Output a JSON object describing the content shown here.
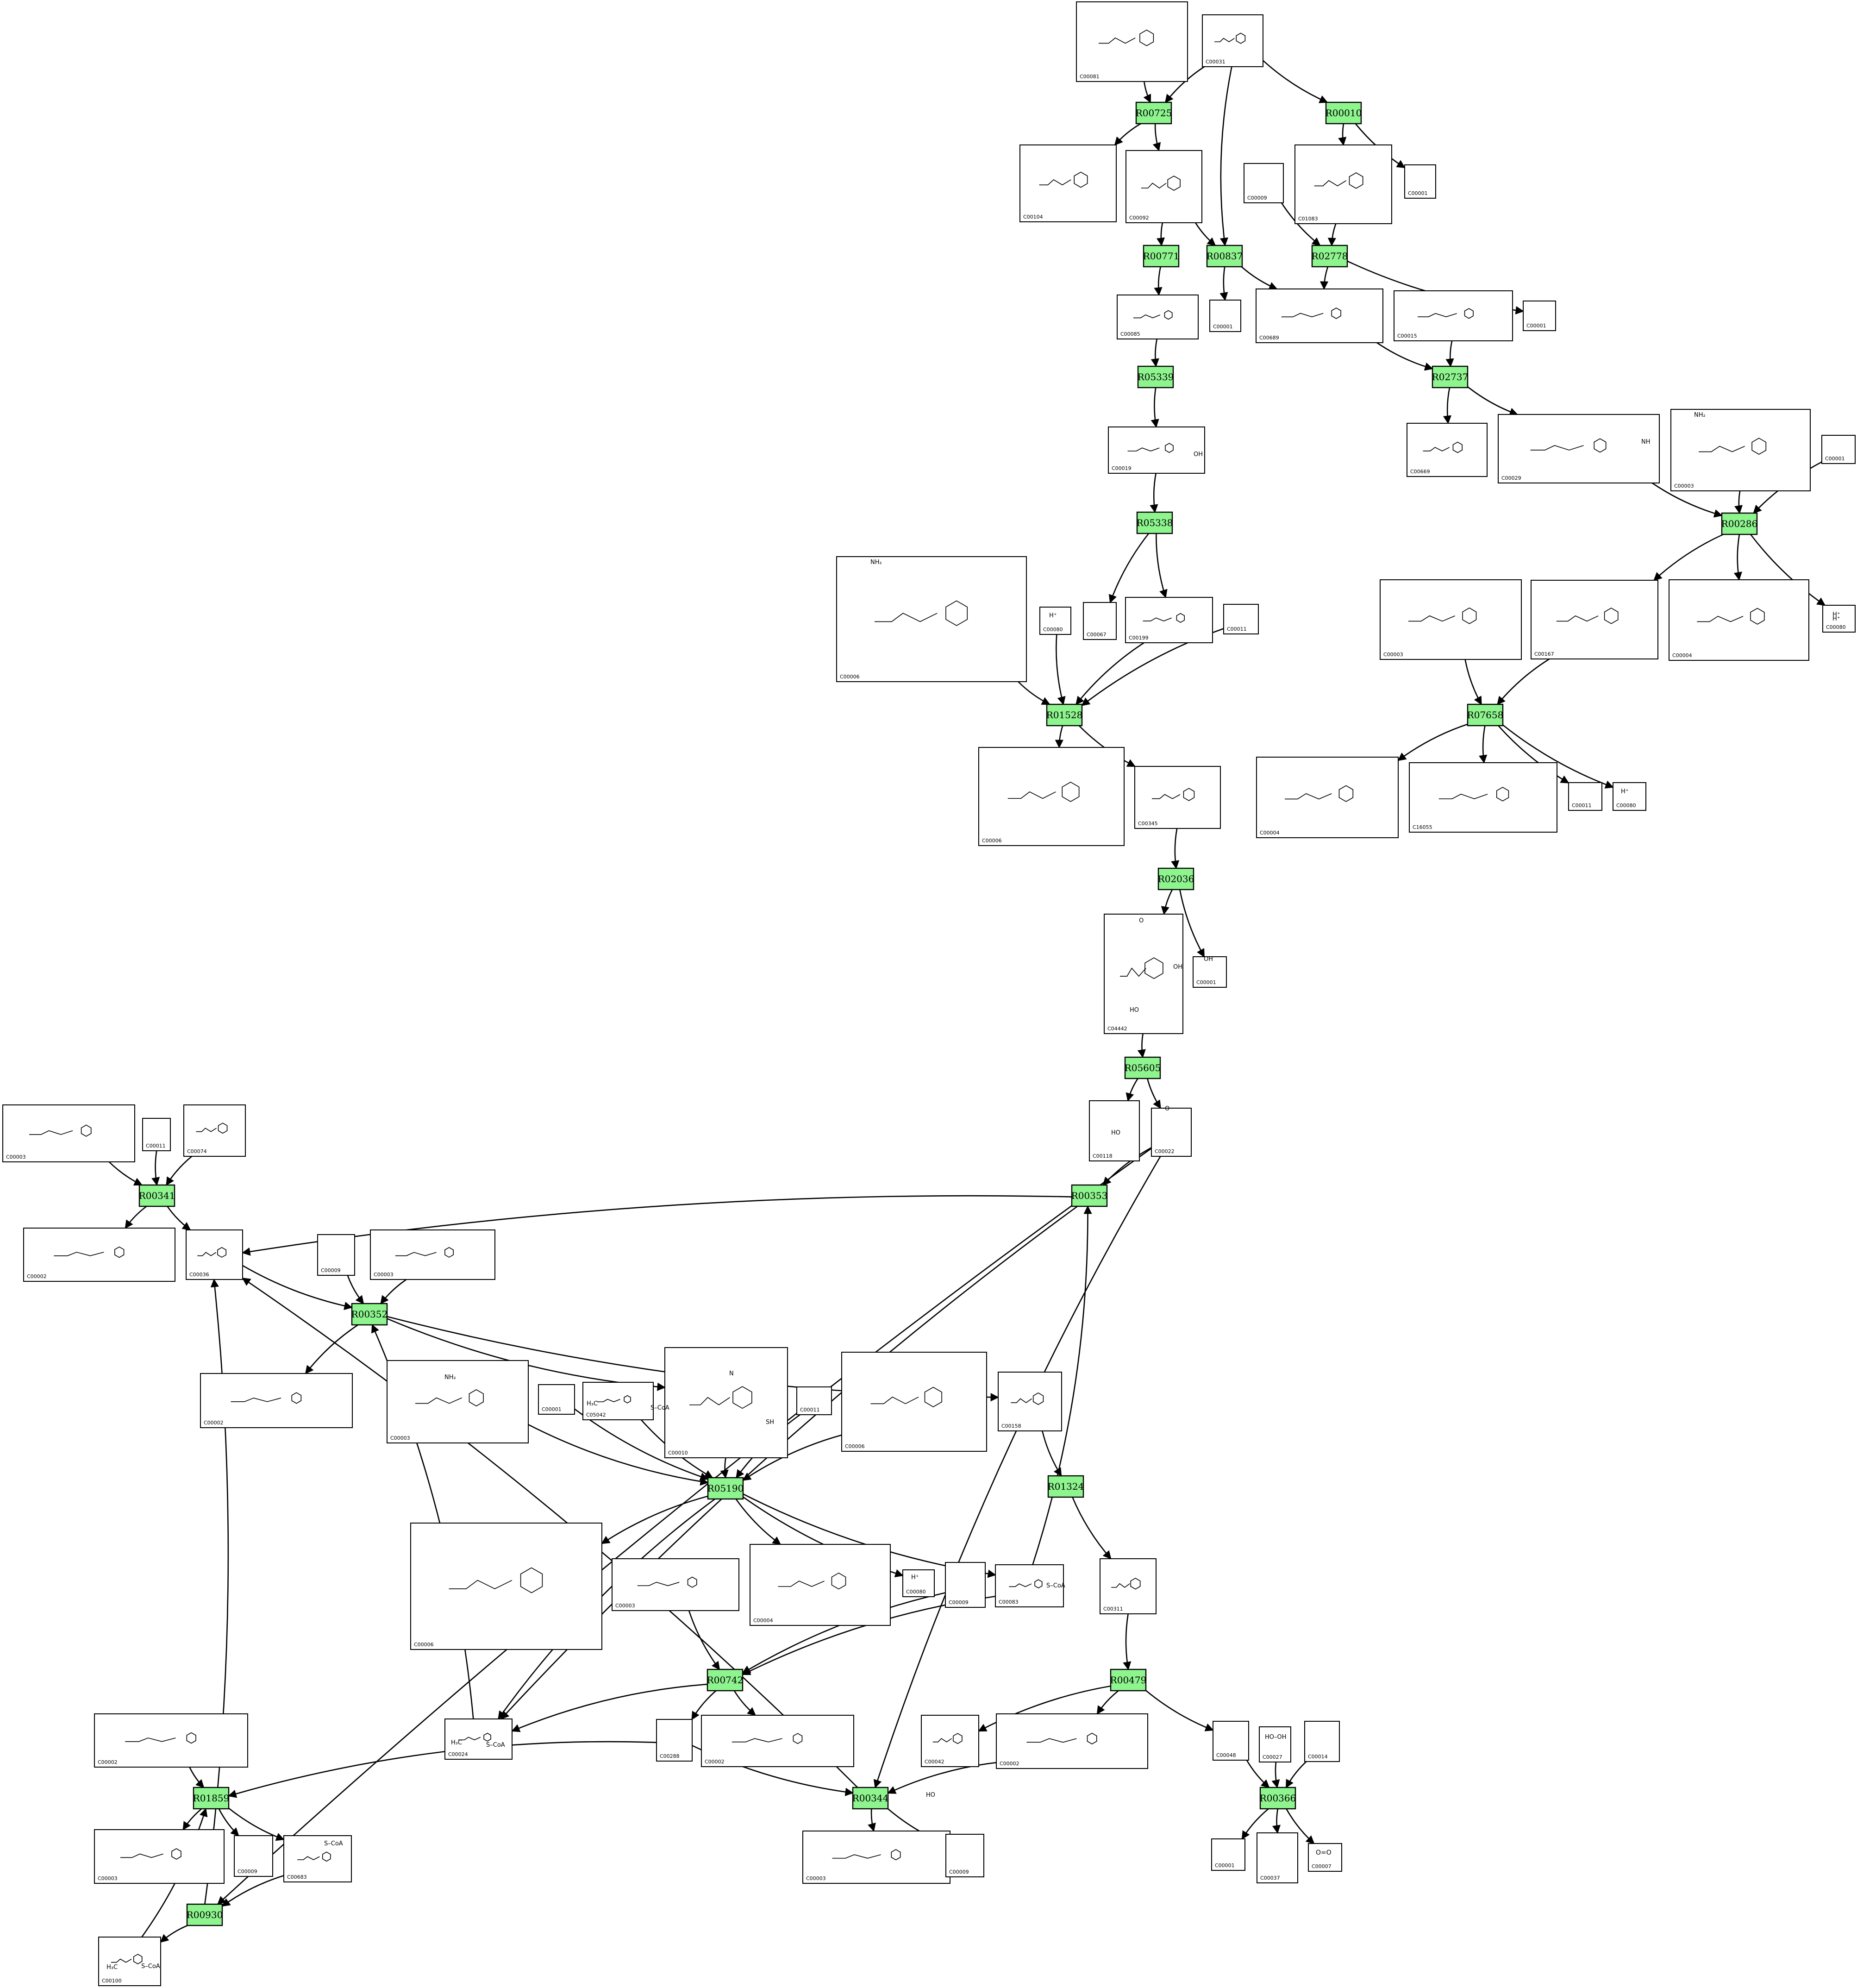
{
  "colors": {
    "reaction_fill": "#8ef48e",
    "stroke": "#000000",
    "background": "#ffffff"
  },
  "reactions": [
    {
      "id": "R00725",
      "label": "R00725"
    },
    {
      "id": "R00010",
      "label": "R00010"
    },
    {
      "id": "R00771",
      "label": "R00771"
    },
    {
      "id": "R00837",
      "label": "R00837"
    },
    {
      "id": "R02778",
      "label": "R02778"
    },
    {
      "id": "R05339",
      "label": "R05339"
    },
    {
      "id": "R02737",
      "label": "R02737"
    },
    {
      "id": "R00286",
      "label": "R00286"
    },
    {
      "id": "R05338",
      "label": "R05338"
    },
    {
      "id": "R01528",
      "label": "R01528"
    },
    {
      "id": "R07658",
      "label": "R07658"
    },
    {
      "id": "R02036",
      "label": "R02036"
    },
    {
      "id": "R05605",
      "label": "R05605"
    },
    {
      "id": "R00341",
      "label": "R00341"
    },
    {
      "id": "R00353",
      "label": "R00353"
    },
    {
      "id": "R00352",
      "label": "R00352"
    },
    {
      "id": "R05190",
      "label": "R05190"
    },
    {
      "id": "R01324",
      "label": "R01324"
    },
    {
      "id": "R00742",
      "label": "R00742"
    },
    {
      "id": "R00479",
      "label": "R00479"
    },
    {
      "id": "R01859",
      "label": "R01859"
    },
    {
      "id": "R00344",
      "label": "R00344"
    },
    {
      "id": "R00366",
      "label": "R00366"
    },
    {
      "id": "R00930",
      "label": "R00930"
    }
  ],
  "compounds": [
    {
      "key": "c1",
      "label": "C00081"
    },
    {
      "key": "c2",
      "label": "C00031"
    },
    {
      "key": "c3",
      "label": "C00104"
    },
    {
      "key": "c4",
      "label": "C00092"
    },
    {
      "key": "c5",
      "label": "C00009"
    },
    {
      "key": "c6",
      "label": "C01083"
    },
    {
      "key": "c7",
      "label": "C00001"
    },
    {
      "key": "c8",
      "label": "C00085"
    },
    {
      "key": "c9",
      "label": "C00001"
    },
    {
      "key": "c10",
      "label": "C00689"
    },
    {
      "key": "c11",
      "label": "C00015"
    },
    {
      "key": "c12",
      "label": "C00001"
    },
    {
      "key": "c13",
      "label": "C00019"
    },
    {
      "key": "c14",
      "label": "C00669"
    },
    {
      "key": "c15",
      "label": "C00029"
    },
    {
      "key": "c16",
      "label": "C00003"
    },
    {
      "key": "c17",
      "label": "C00001"
    },
    {
      "key": "c18",
      "label": "C00006"
    },
    {
      "key": "c19",
      "label": "C00080"
    },
    {
      "key": "c20",
      "label": "C00067"
    },
    {
      "key": "c21",
      "label": "C00199"
    },
    {
      "key": "c22",
      "label": "C00011"
    },
    {
      "key": "c23",
      "label": "C00003"
    },
    {
      "key": "c24",
      "label": "C00167"
    },
    {
      "key": "c25",
      "label": "C00004"
    },
    {
      "key": "c26",
      "label": "C00080"
    },
    {
      "key": "c27",
      "label": "C00006"
    },
    {
      "key": "c28",
      "label": "C00345"
    },
    {
      "key": "c29",
      "label": "C00004"
    },
    {
      "key": "c30",
      "label": "C16055"
    },
    {
      "key": "c31",
      "label": "C00011"
    },
    {
      "key": "c32",
      "label": "C00080"
    },
    {
      "key": "c33",
      "label": "C04442"
    },
    {
      "key": "c34",
      "label": "C00001"
    },
    {
      "key": "c35",
      "label": "C00118"
    },
    {
      "key": "c36",
      "label": "C00022"
    },
    {
      "key": "c37",
      "label": "C00003"
    },
    {
      "key": "c38",
      "label": "C00011"
    },
    {
      "key": "c39",
      "label": "C00074"
    },
    {
      "key": "c40",
      "label": "C00002"
    },
    {
      "key": "c41",
      "label": "C00036"
    },
    {
      "key": "c42",
      "label": "C00009"
    },
    {
      "key": "c43",
      "label": "C00003"
    },
    {
      "key": "c44",
      "label": "C00002"
    },
    {
      "key": "c45",
      "label": "C00003"
    },
    {
      "key": "c46",
      "label": "C00001"
    },
    {
      "key": "c47",
      "label": "C05042"
    },
    {
      "key": "c48",
      "label": "C00010"
    },
    {
      "key": "c49",
      "label": "C00011"
    },
    {
      "key": "c50",
      "label": "C00006"
    },
    {
      "key": "c51",
      "label": "C00158"
    },
    {
      "key": "c52",
      "label": "C00006"
    },
    {
      "key": "c53",
      "label": "C00003"
    },
    {
      "key": "c54",
      "label": "C00004"
    },
    {
      "key": "c55",
      "label": "C00080"
    },
    {
      "key": "c56",
      "label": "C00009"
    },
    {
      "key": "c57",
      "label": "C00083"
    },
    {
      "key": "c58",
      "label": "C00311"
    },
    {
      "key": "c59",
      "label": "C00002"
    },
    {
      "key": "c60",
      "label": "C00024"
    },
    {
      "key": "c61",
      "label": "C00288"
    },
    {
      "key": "c62",
      "label": "C00002"
    },
    {
      "key": "c63",
      "label": "C00042"
    },
    {
      "key": "c64",
      "label": "C00002"
    },
    {
      "key": "c65",
      "label": "C00048"
    },
    {
      "key": "c66",
      "label": "C00027"
    },
    {
      "key": "c67",
      "label": "C00014"
    },
    {
      "key": "c68",
      "label": "C00003"
    },
    {
      "key": "c69",
      "label": "C00009"
    },
    {
      "key": "c70",
      "label": "C00683"
    },
    {
      "key": "c71",
      "label": "C00003"
    },
    {
      "key": "c72",
      "label": "C00009"
    },
    {
      "key": "c73",
      "label": "C00001"
    },
    {
      "key": "c74",
      "label": "C00037"
    },
    {
      "key": "c75",
      "label": "C00007"
    },
    {
      "key": "c76",
      "label": "C00100"
    }
  ],
  "structure_text": {
    "t2": "H⁺",
    "t3": "H⁺",
    "t4": "H⁺",
    "t5": "H⁺",
    "t6": "H⁺",
    "t7": "NH₂",
    "t8": "NH₂",
    "t9": "NH₂",
    "t10": "OH",
    "t11": "OH",
    "t12": "HO",
    "t13": "HO",
    "t14": "S–CoA",
    "t15": "S–CoA",
    "t16": "S–CoA",
    "t17": "S–CoA",
    "t18": "S–CoA",
    "t19": "O=O",
    "t20": "HO–OH",
    "t21": "H₃C",
    "t22": "H₃C",
    "t23": "H₃C",
    "t24": "O",
    "t25": "O",
    "t26": "OH",
    "t27": "HO",
    "t28": "NH",
    "t29": "SH",
    "t30": "N"
  }
}
